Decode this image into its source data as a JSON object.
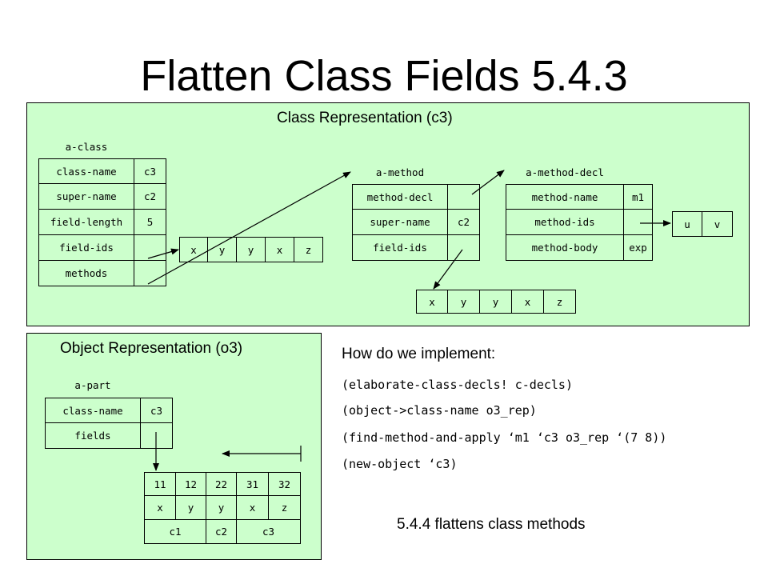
{
  "title": "Flatten Class Fields 5.4.3",
  "class_panel": {
    "title": "Class Representation (c3)",
    "a_class": {
      "header": "a-class",
      "rows": [
        {
          "name": "class-name",
          "value": "c3"
        },
        {
          "name": "super-name",
          "value": "c2"
        },
        {
          "name": "field-length",
          "value": "5"
        },
        {
          "name": "field-ids",
          "value": ""
        },
        {
          "name": "methods",
          "value": ""
        }
      ]
    },
    "field_ids_vector": [
      "x",
      "y",
      "y",
      "x",
      "z"
    ],
    "a_method": {
      "header": "a-method",
      "rows": [
        {
          "name": "method-decl",
          "value": ""
        },
        {
          "name": "super-name",
          "value": "c2"
        },
        {
          "name": "field-ids",
          "value": ""
        }
      ]
    },
    "method_field_ids_vector": [
      "x",
      "y",
      "y",
      "x",
      "z"
    ],
    "a_method_decl": {
      "header": "a-method-decl",
      "rows": [
        {
          "name": "method-name",
          "value": "m1"
        },
        {
          "name": "method-ids",
          "value": ""
        },
        {
          "name": "method-body",
          "value": "exp"
        }
      ]
    },
    "method_ids_vector": [
      "u",
      "v"
    ]
  },
  "object_panel": {
    "title": "Object Representation (o3)",
    "a_part": {
      "header": "a-part",
      "rows": [
        {
          "name": "class-name",
          "value": "c3"
        },
        {
          "name": "fields",
          "value": ""
        }
      ]
    },
    "fields_vector": {
      "values": [
        "11",
        "12",
        "22",
        "31",
        "32"
      ],
      "ids": [
        "x",
        "y",
        "y",
        "x",
        "z"
      ],
      "classes": [
        "c1",
        "c2",
        "c3"
      ]
    }
  },
  "implement": {
    "heading": "How do we implement:",
    "lines": [
      "(elaborate-class-decls! c-decls)",
      "(object->class-name o3_rep)",
      "(find-method-and-apply ‘m1 ‘c3 o3_rep ‘(7 8))",
      "(new-object ‘c3)"
    ]
  },
  "footer_note": "5.4.4 flattens class methods"
}
